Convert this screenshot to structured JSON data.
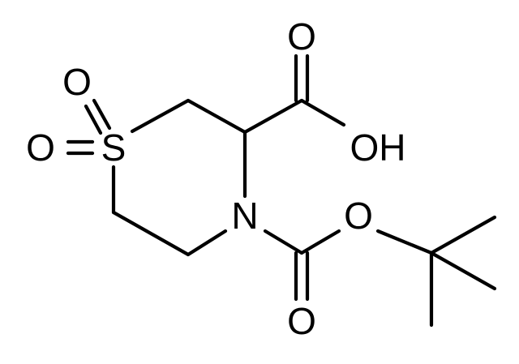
{
  "molecule": {
    "atoms": {
      "O_sulfonyl_top": "O",
      "O_sulfonyl_left": "O",
      "S_ring": "S",
      "N_ring": "N",
      "O_acid_carbonyl": "O",
      "OH_acid": "OH",
      "O_ester": "O",
      "O_carbamate_carbonyl": "O"
    }
  }
}
